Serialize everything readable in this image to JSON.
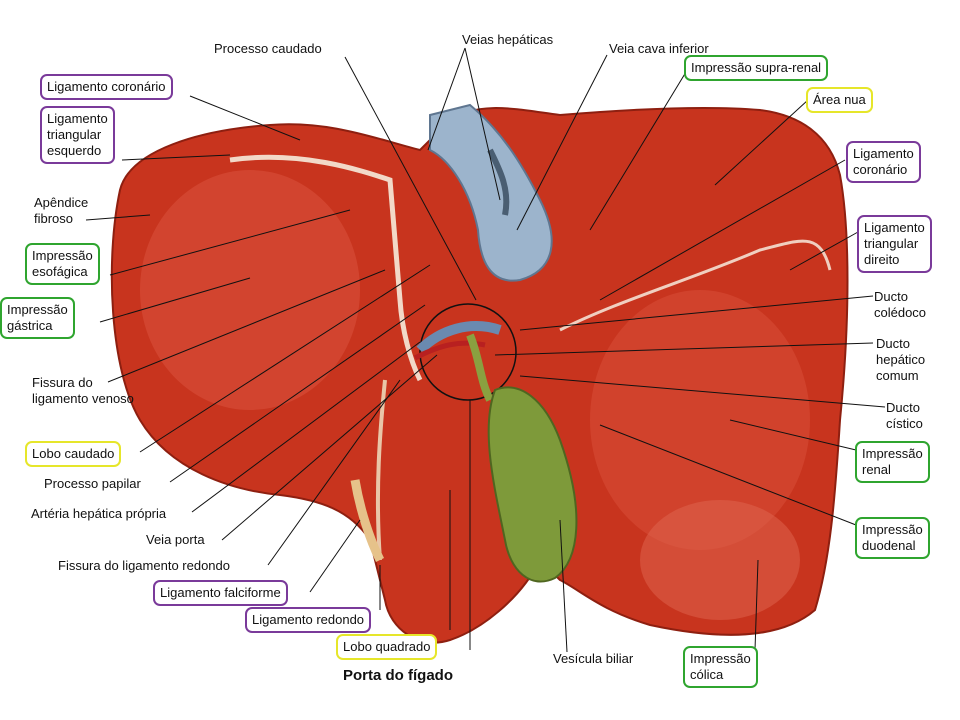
{
  "colors": {
    "purple_box": "#7a3a9a",
    "green_box": "#2fa52f",
    "yellow_box": "#e6e62a",
    "liver": "#c8341e",
    "gallbladder": "#7e9a3a",
    "vein": "#8aa8c8"
  },
  "labels": {
    "processo_caudado": "Processo caudado",
    "veias_hepaticas": "Veias hepáticas",
    "veia_cava_inferior": "Veia cava inferior",
    "apendice_fibroso_1": "Apêndice",
    "apendice_fibroso_2": "fibroso",
    "fissura_venoso_1": "Fissura do",
    "fissura_venoso_2": "ligamento venoso",
    "processo_papilar": "Processo papilar",
    "arteria_hepatica": "Artéria hepática própria",
    "veia_porta": "Veia porta",
    "fissura_redondo": "Fissura do ligamento redondo",
    "ducto_coledoco_1": "Ducto",
    "ducto_coledoco_2": "colédoco",
    "ducto_hepatico_1": "Ducto",
    "ducto_hepatico_2": "hepático",
    "ducto_hepatico_3": "comum",
    "ducto_cistico_1": "Ducto",
    "ducto_cistico_2": "cístico",
    "vesicula_biliar": "Vesícula biliar"
  },
  "boxes": {
    "ligamento_coronario_esq": "Ligamento coronário",
    "lig_triangular_esq_1": "Ligamento",
    "lig_triangular_esq_2": "triangular",
    "lig_triangular_esq_3": "esquerdo",
    "impressao_esofagica_1": "Impressão",
    "impressao_esofagica_2": "esofágica",
    "impressao_gastrica_1": "Impressão",
    "impressao_gastrica_2": "gástrica",
    "lobo_caudado": "Lobo caudado",
    "ligamento_falciforme": "Ligamento falciforme",
    "ligamento_redondo": "Ligamento redondo",
    "lobo_quadrado": "Lobo quadrado",
    "impressao_supra_renal": "Impressão supra-renal",
    "area_nua": "Área nua",
    "ligamento_coronario_dir_1": "Ligamento",
    "ligamento_coronario_dir_2": "coronário",
    "lig_triangular_dir_1": "Ligamento",
    "lig_triangular_dir_2": "triangular",
    "lig_triangular_dir_3": "direito",
    "impressao_renal_1": "Impressão",
    "impressao_renal_2": "renal",
    "impressao_duodenal_1": "Impressão",
    "impressao_duodenal_2": "duodenal",
    "impressao_colica_1": "Impressão",
    "impressao_colica_2": "cólica"
  },
  "title": "Porta do fígado"
}
